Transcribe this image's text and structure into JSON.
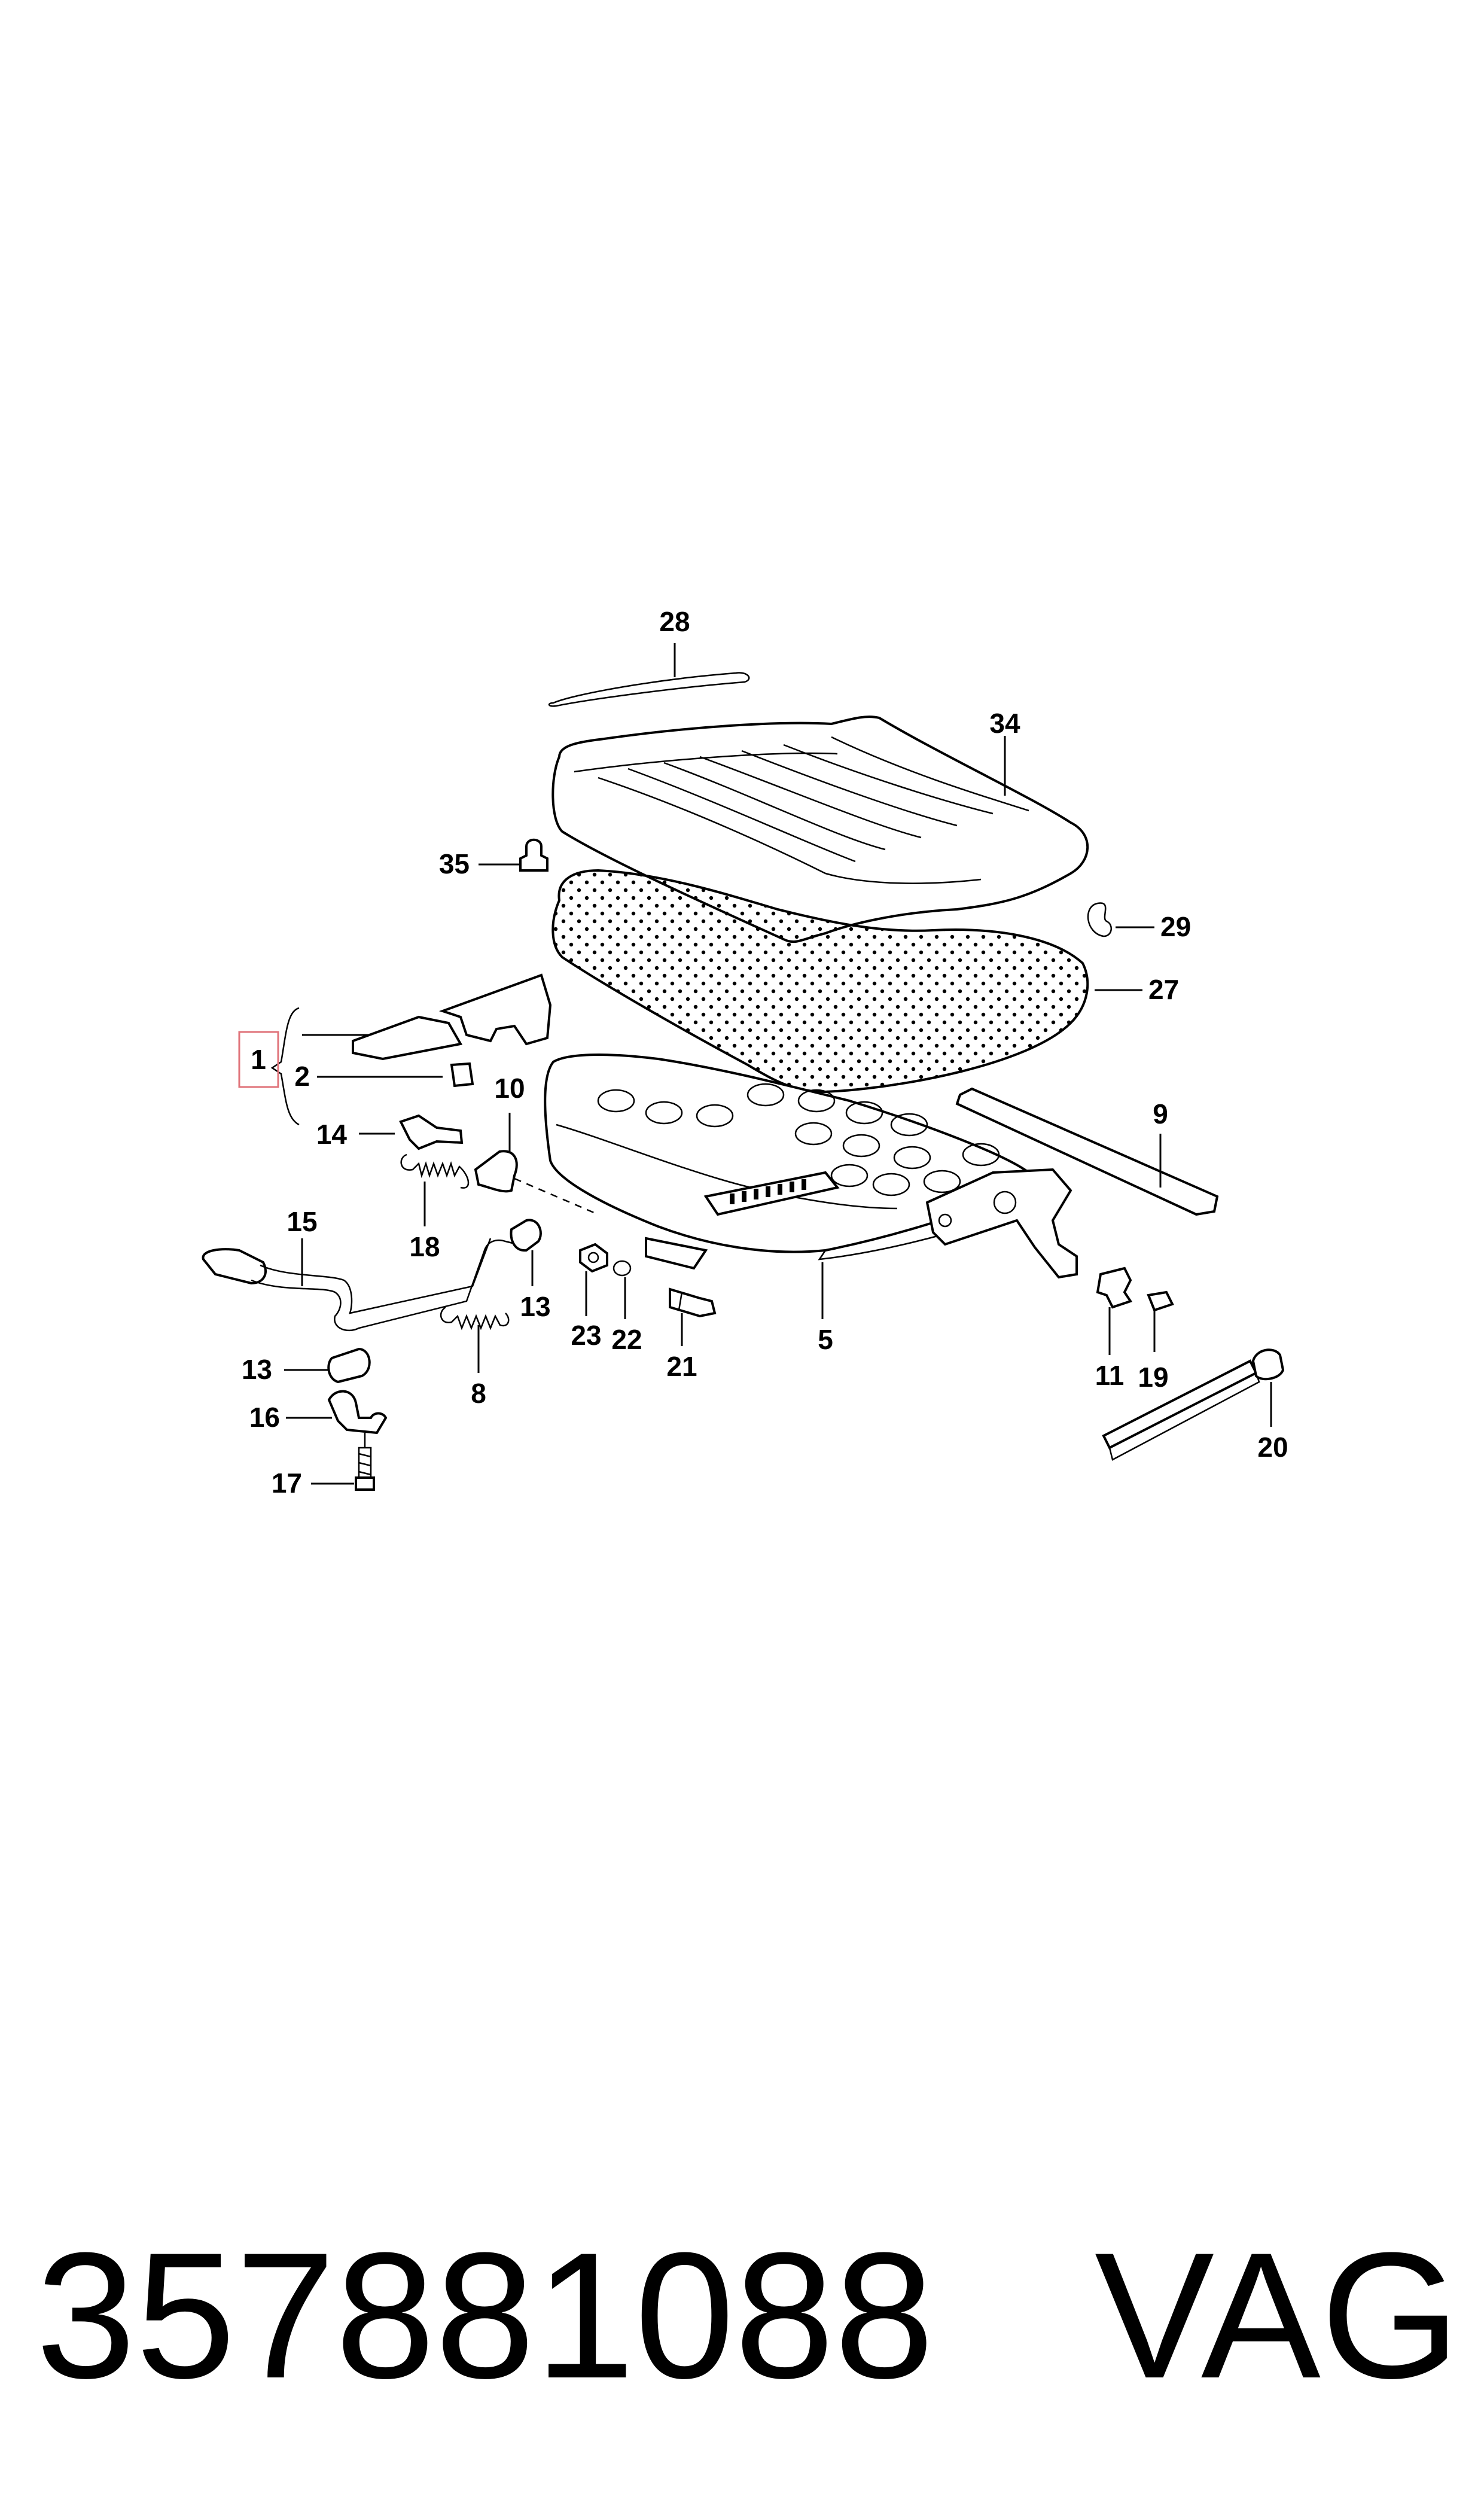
{
  "callouts": {
    "c1": "1",
    "c2": "2",
    "c5": "5",
    "c8": "8",
    "c9": "9",
    "c10": "10",
    "c11": "11",
    "c13a": "13",
    "c13b": "13",
    "c14": "14",
    "c15": "15",
    "c16": "16",
    "c17": "17",
    "c18": "18",
    "c19": "19",
    "c20": "20",
    "c21": "21",
    "c22": "22",
    "c23": "23",
    "c27": "27",
    "c28": "28",
    "c29": "29",
    "c34": "34",
    "c35": "35"
  },
  "highlight_color": "#e0737a",
  "footer": {
    "part_number": "357881088",
    "brand": "VAG"
  }
}
